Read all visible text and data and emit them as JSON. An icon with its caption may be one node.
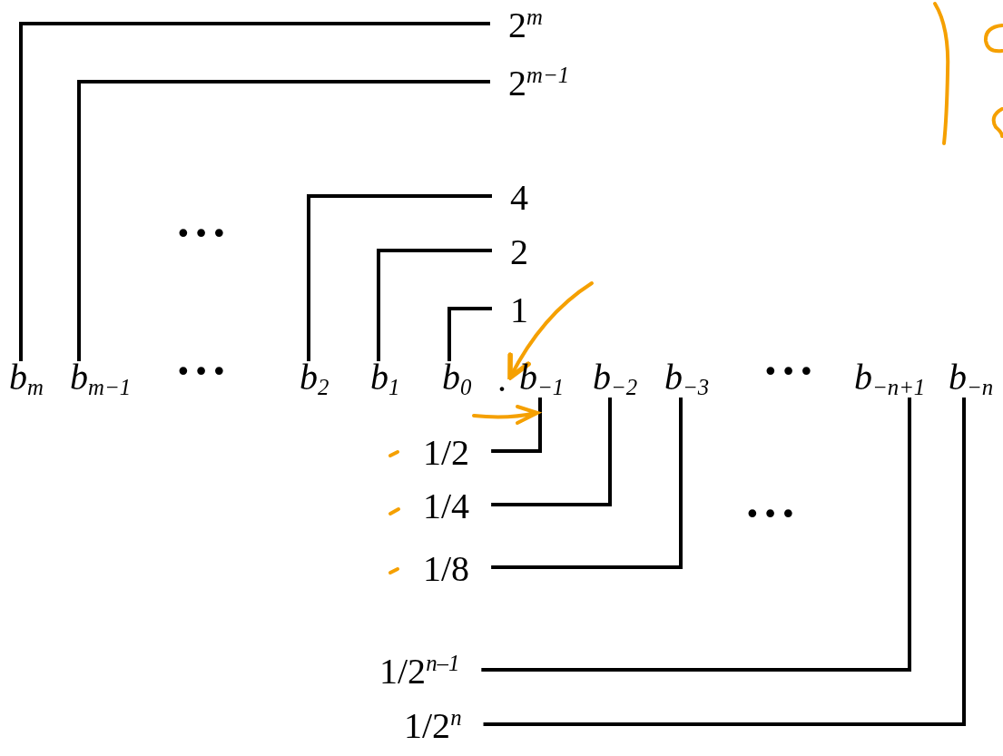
{
  "diagram": {
    "nodes": [
      {
        "text": [
          "b$_{m}$"
        ]
      },
      {
        "text": [
          "b$_{m−1}$"
        ]
      },
      {
        "text": [
          "b$_{2}$"
        ]
      },
      {
        "text": [
          "b$_{1}$"
        ]
      },
      {
        "text": [
          "b$_{0}$"
        ]
      },
      {
        "text": [
          "b$_{−1}$"
        ]
      },
      {
        "text": [
          "b$_{−2}$"
        ]
      },
      {
        "text": [
          "b$_{−3}$"
        ]
      },
      {
        "text": [
          "b$_{−n+1}$"
        ]
      },
      {
        "text": [
          "b$_{−n}$"
        ]
      },
      {
        "text": [
          "2$^{m}$"
        ]
      },
      {
        "text": [
          "2$^{m−1}$"
        ]
      },
      {
        "text": [
          "4"
        ]
      },
      {
        "text": [
          "2"
        ]
      },
      {
        "text": [
          "1"
        ]
      },
      {
        "text": [
          "1/2"
        ]
      },
      {
        "text": [
          "1/4"
        ]
      },
      {
        "text": [
          "1/8"
        ]
      },
      {
        "text": [
          "1/2$^{n–1}$"
        ]
      },
      {
        "text": [
          "1/2$^{n}$"
        ]
      },
      {
        "text": [
          "."
        ]
      }
    ],
    "edges": [
      {
        "from": 0,
        "to": 10,
        "arrow": "none"
      },
      {
        "from": 1,
        "to": 11,
        "arrow": "none"
      },
      {
        "from": 2,
        "to": 12,
        "arrow": "none"
      },
      {
        "from": 3,
        "to": 13,
        "arrow": "none"
      },
      {
        "from": 4,
        "to": 14,
        "arrow": "none"
      },
      {
        "from": 5,
        "to": 15,
        "arrow": "none"
      },
      {
        "from": 6,
        "to": 16,
        "arrow": "none"
      },
      {
        "from": 7,
        "to": 17,
        "arrow": "none"
      },
      {
        "from": 8,
        "to": 18,
        "arrow": "none"
      },
      {
        "from": 9,
        "to": 19,
        "arrow": "none"
      },
      {
        "from": null,
        "to": 20,
        "arrow": "to",
        "color": "#f5a000"
      }
    ],
    "labels": [
      "•••",
      "•••",
      "•••",
      "•••"
    ]
  }
}
